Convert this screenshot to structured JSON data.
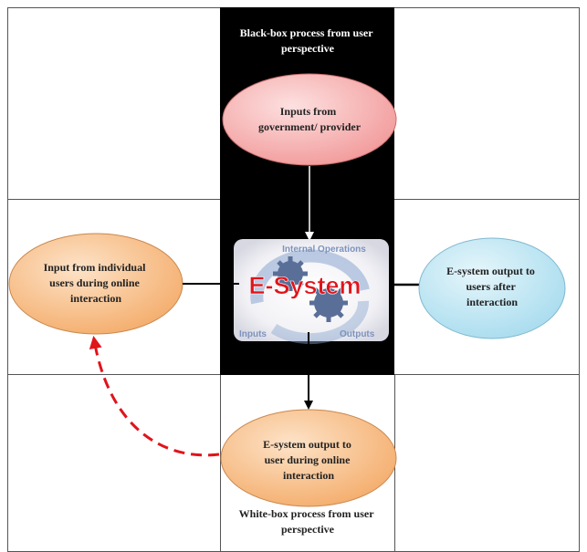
{
  "diagram": {
    "black_box_caption": [
      "Black-box process from user",
      "perspective"
    ],
    "white_box_caption": [
      "White-box process from user",
      "perspective"
    ],
    "nodes": {
      "gov_input": [
        "Inputs from",
        "government/ provider"
      ],
      "user_input": [
        "Input from individual",
        "users during online",
        "interaction"
      ],
      "output_after": [
        "E-system output to",
        "users after",
        "interaction"
      ],
      "output_during": [
        "E-system output to",
        "user during online",
        "interaction"
      ]
    },
    "core": {
      "title": "E-System",
      "ring_labels": [
        "Internal Operations",
        "Inputs",
        "Outputs"
      ]
    },
    "colors": {
      "black_box": "#000000",
      "gov_input_fill": "#f7b6b6",
      "user_input_fill": "#f9c99c",
      "output_after_fill": "#bfe6f2",
      "output_during_fill": "#f9c99c",
      "core_title": "#e0141b",
      "feedback_arrow": "#e0141b",
      "grid_lines": "#555555"
    }
  }
}
